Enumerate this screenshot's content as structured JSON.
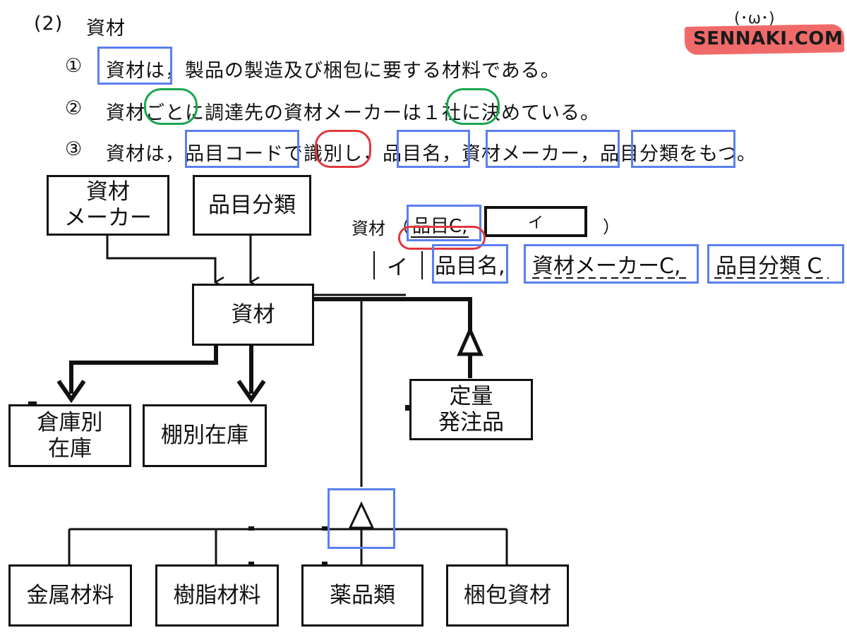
{
  "section": {
    "number": "(2)",
    "title": "資材"
  },
  "items": [
    {
      "marker": "①",
      "text": "資材は，製品の製造及び梱包に要する材料である。"
    },
    {
      "marker": "②",
      "text": "資材ごとに調達先の資材メーカーは１社に決めている。"
    },
    {
      "marker": "③",
      "text": "資材は，品目コードで識別し，品目名，資材メーカー，品目分類をもつ。"
    }
  ],
  "relation": {
    "name": "資材",
    "open_paren": "（",
    "key": "品目C,",
    "blank": "イ",
    "close_paren": "）",
    "blank_cell": "イ",
    "attr1": "品目名,",
    "attr2": "資材メーカーC,",
    "attr3": "品目分類 C"
  },
  "entities": {
    "maker": "資材\nメーカー",
    "category": "品目分類",
    "material": "資材",
    "warehouse_stock": "倉庫別\n在庫",
    "shelf_stock": "棚別在庫",
    "fixed_qty": "定量\n発注品",
    "metal": "金属材料",
    "resin": "樹脂材料",
    "chemical": "薬品類",
    "packing": "梱包資材"
  },
  "watermark": {
    "face": "(･ω･)",
    "text": "SENNAKI.COM"
  },
  "colors": {
    "highlight_blue": "#5b7ff0",
    "highlight_green": "#1aa64f",
    "highlight_red": "#e0383e",
    "logo_banner": "#f06a6a"
  }
}
